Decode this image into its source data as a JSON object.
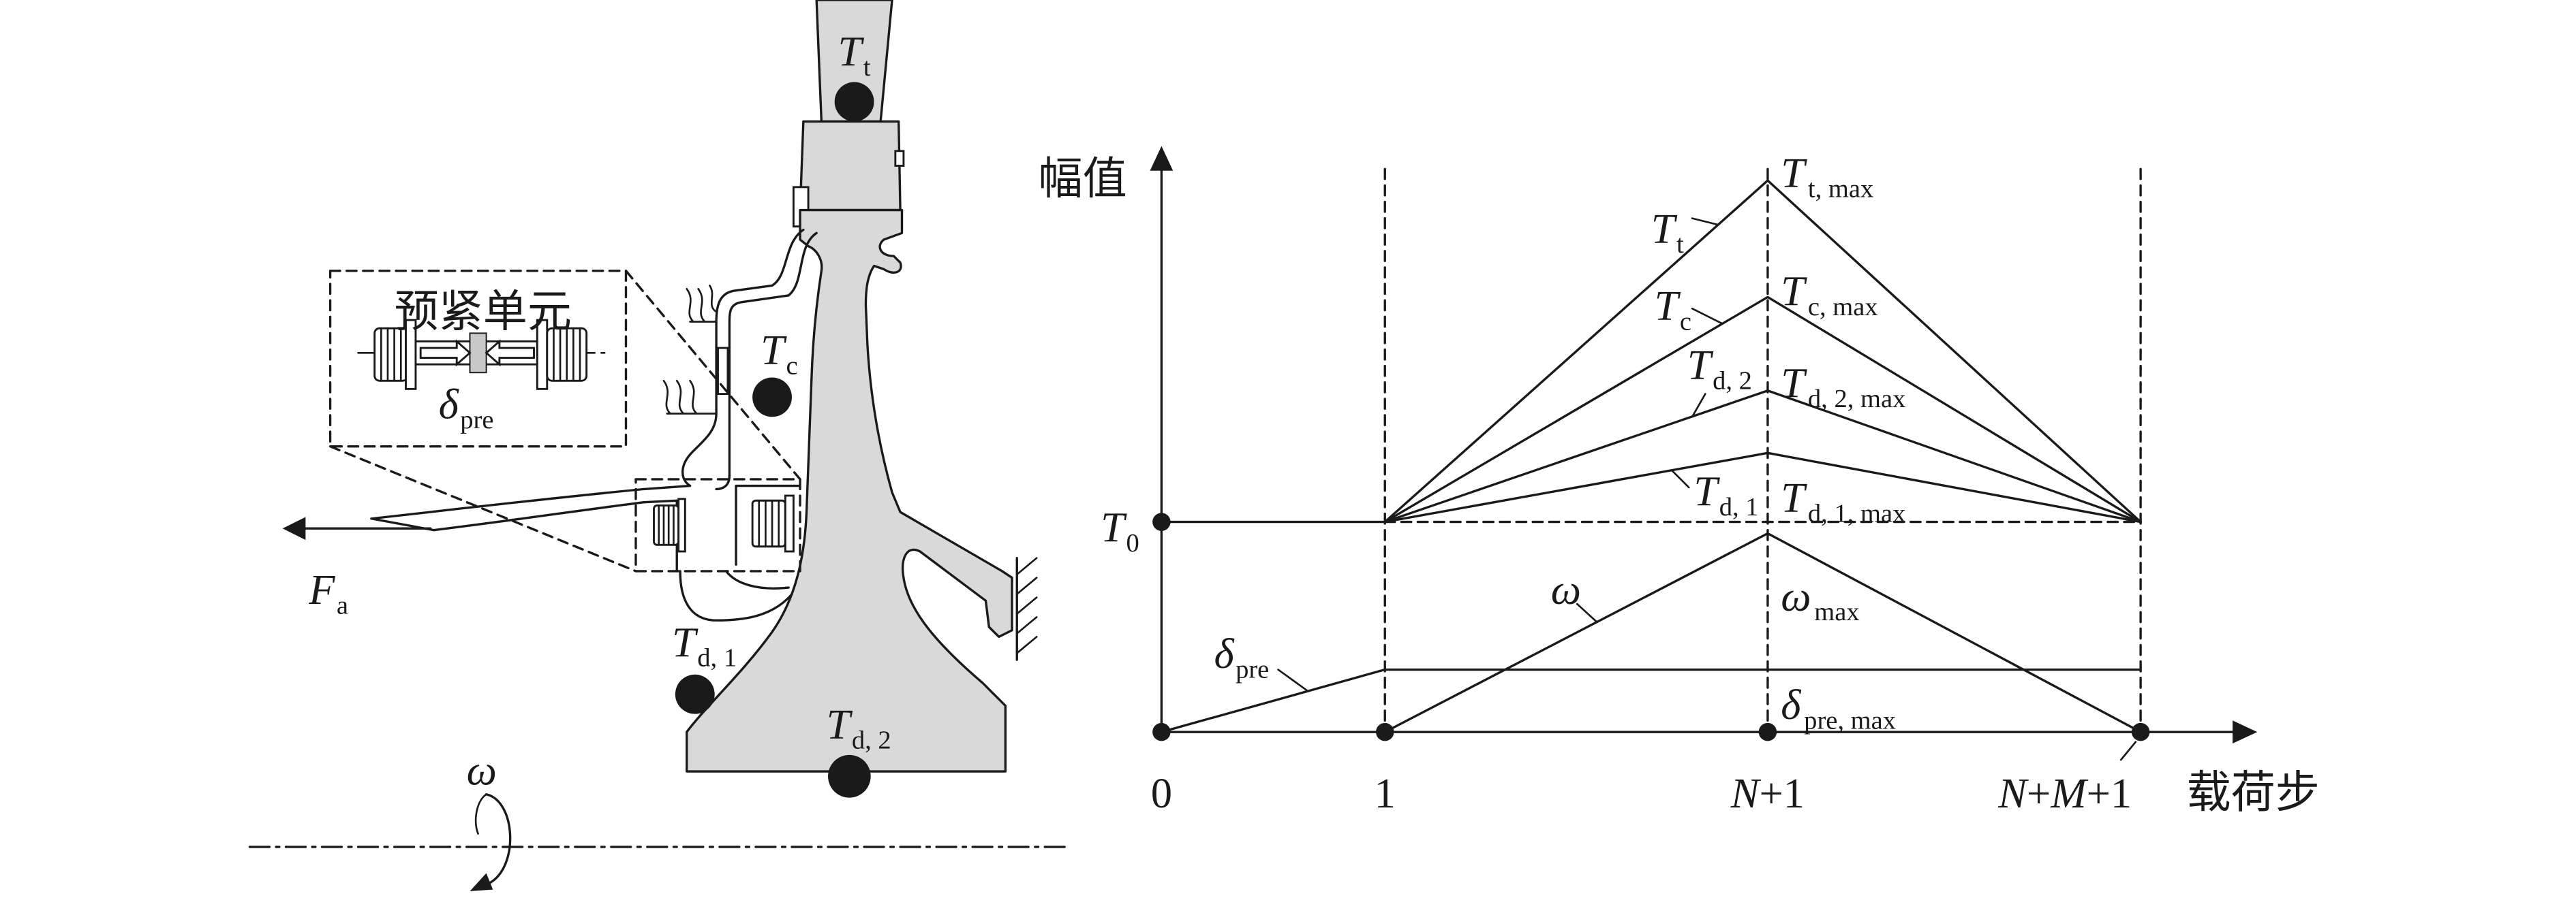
{
  "colors": {
    "ink": "#1a1a1a",
    "part_fill": "#d9d9d9",
    "middle_block": "#c8c8c8"
  },
  "schematic": {
    "preload_unit": {
      "title": "预紧单元",
      "delta": {
        "main": "δ",
        "sub": "pre"
      }
    },
    "load": {
      "main": "F",
      "sub": "a"
    },
    "rotation": "ω",
    "points": [
      {
        "main": "T",
        "sub": "t"
      },
      {
        "main": "T",
        "sub": "c"
      },
      {
        "main": "T",
        "sub": "d, 1"
      },
      {
        "main": "T",
        "sub": "d, 2"
      }
    ]
  },
  "plot": {
    "ylabel": "幅值",
    "xlabel": "载荷步",
    "y_tick": {
      "main": "T",
      "sub": "0"
    },
    "x_ticks": [
      [
        "0"
      ],
      [
        "1"
      ],
      [
        "N",
        "+1"
      ],
      [
        "N",
        "+",
        "M",
        "+1"
      ]
    ],
    "curves": [
      {
        "name": {
          "main": "T",
          "sub": "t"
        },
        "peak": {
          "main": "T",
          "sub": "t, max"
        }
      },
      {
        "name": {
          "main": "T",
          "sub": "c"
        },
        "peak": {
          "main": "T",
          "sub": "c, max"
        }
      },
      {
        "name": {
          "main": "T",
          "sub": "d, 2"
        },
        "peak": {
          "main": "T",
          "sub": "d, 2, max"
        }
      },
      {
        "name": {
          "main": "T",
          "sub": "d, 1"
        },
        "peak": {
          "main": "T",
          "sub": "d, 1, max"
        }
      },
      {
        "name": {
          "main": "ω"
        },
        "peak": {
          "main": "ω",
          "sub": "max"
        }
      },
      {
        "name": {
          "main": "δ",
          "sub": "pre"
        },
        "peak": {
          "main": "δ",
          "sub": "pre, max"
        }
      }
    ]
  }
}
